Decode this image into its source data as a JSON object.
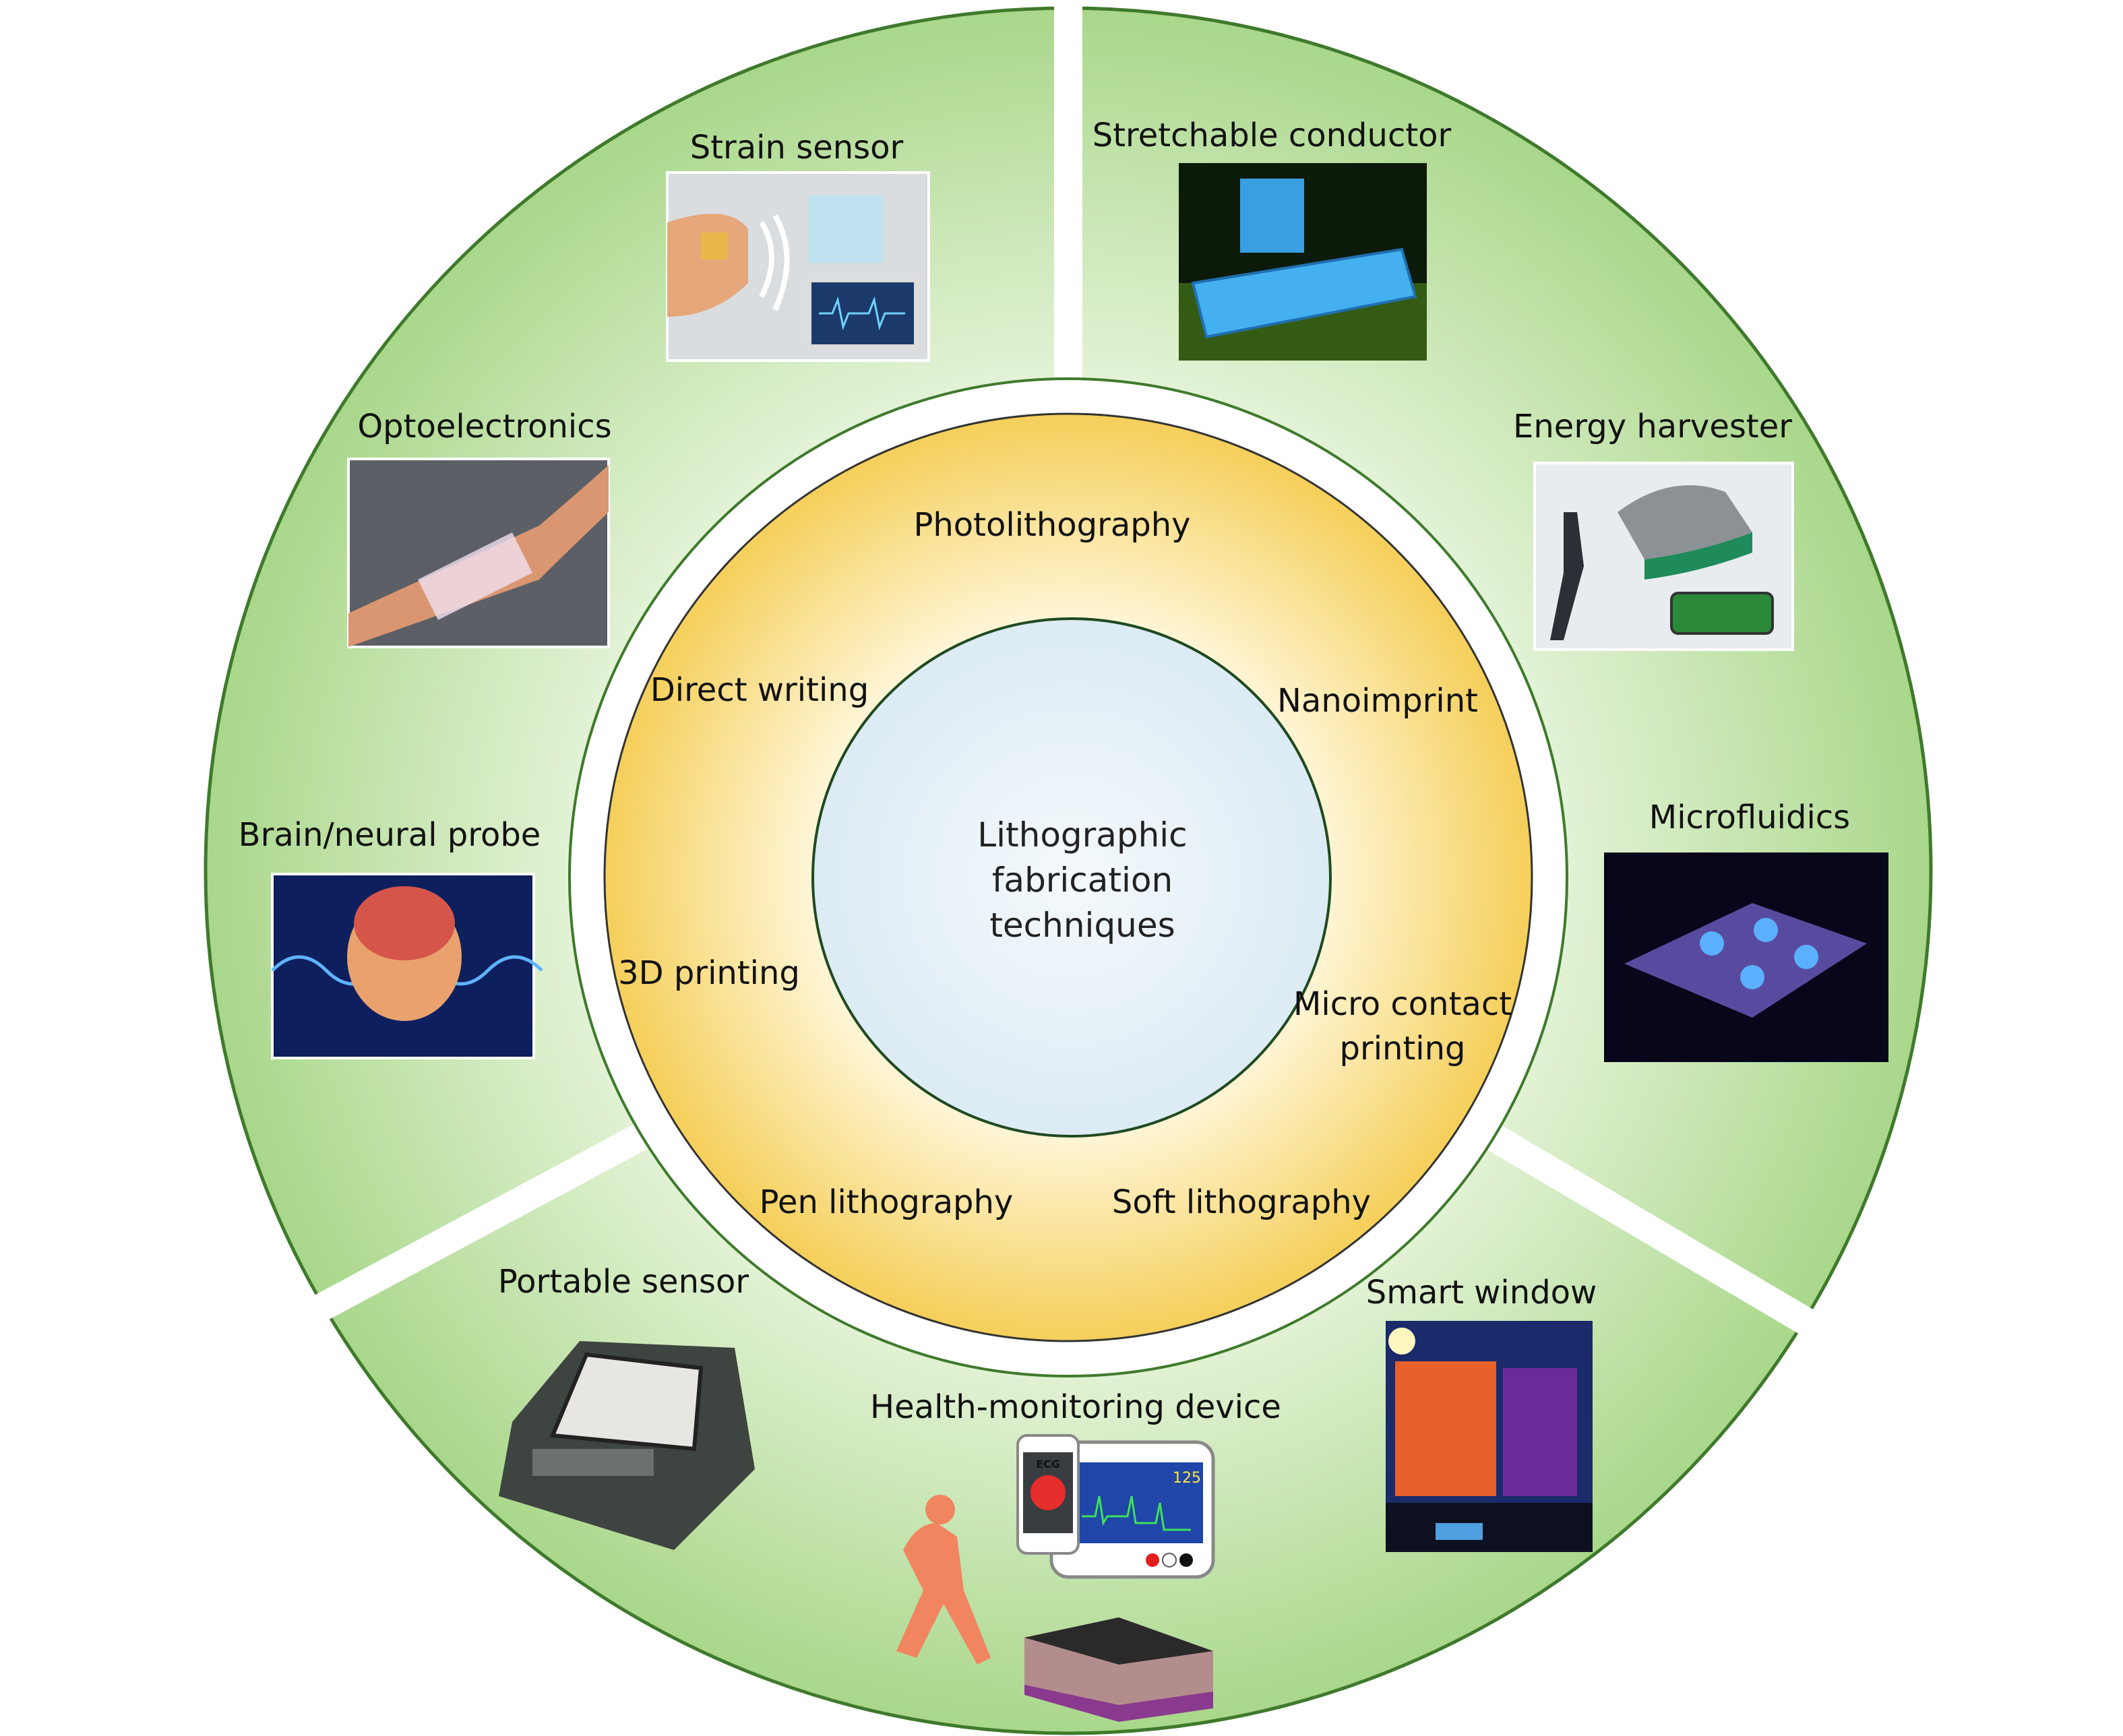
{
  "center": {
    "lines": [
      "Lithographic",
      "fabrication",
      "techniques"
    ]
  },
  "techniques": {
    "photolithography": "Photolithography",
    "direct_writing": "Direct writing",
    "nanoimprint": "Nanoimprint",
    "printing_3d": "3D printing",
    "micro_contact_1": "Micro contact",
    "micro_contact_2": "printing",
    "pen_lithography": "Pen lithography",
    "soft_lithography": "Soft lithography"
  },
  "applications": {
    "strain_sensor": "Strain sensor",
    "stretchable_conductor": "Stretchable conductor",
    "optoelectronics": "Optoelectronics",
    "energy_harvester": "Energy harvester",
    "brain_probe": "Brain/neural probe",
    "microfluidics": "Microfluidics",
    "portable_sensor": "Portable sensor",
    "health_monitoring": "Health-monitoring device",
    "smart_window": "Smart window"
  },
  "health_device_screen": {
    "ecg_label": "ECG",
    "heart_rate": "125"
  },
  "colors": {
    "green": "#b9df9c",
    "yellow": "#f7d774",
    "inner": "#eaf4fa"
  }
}
